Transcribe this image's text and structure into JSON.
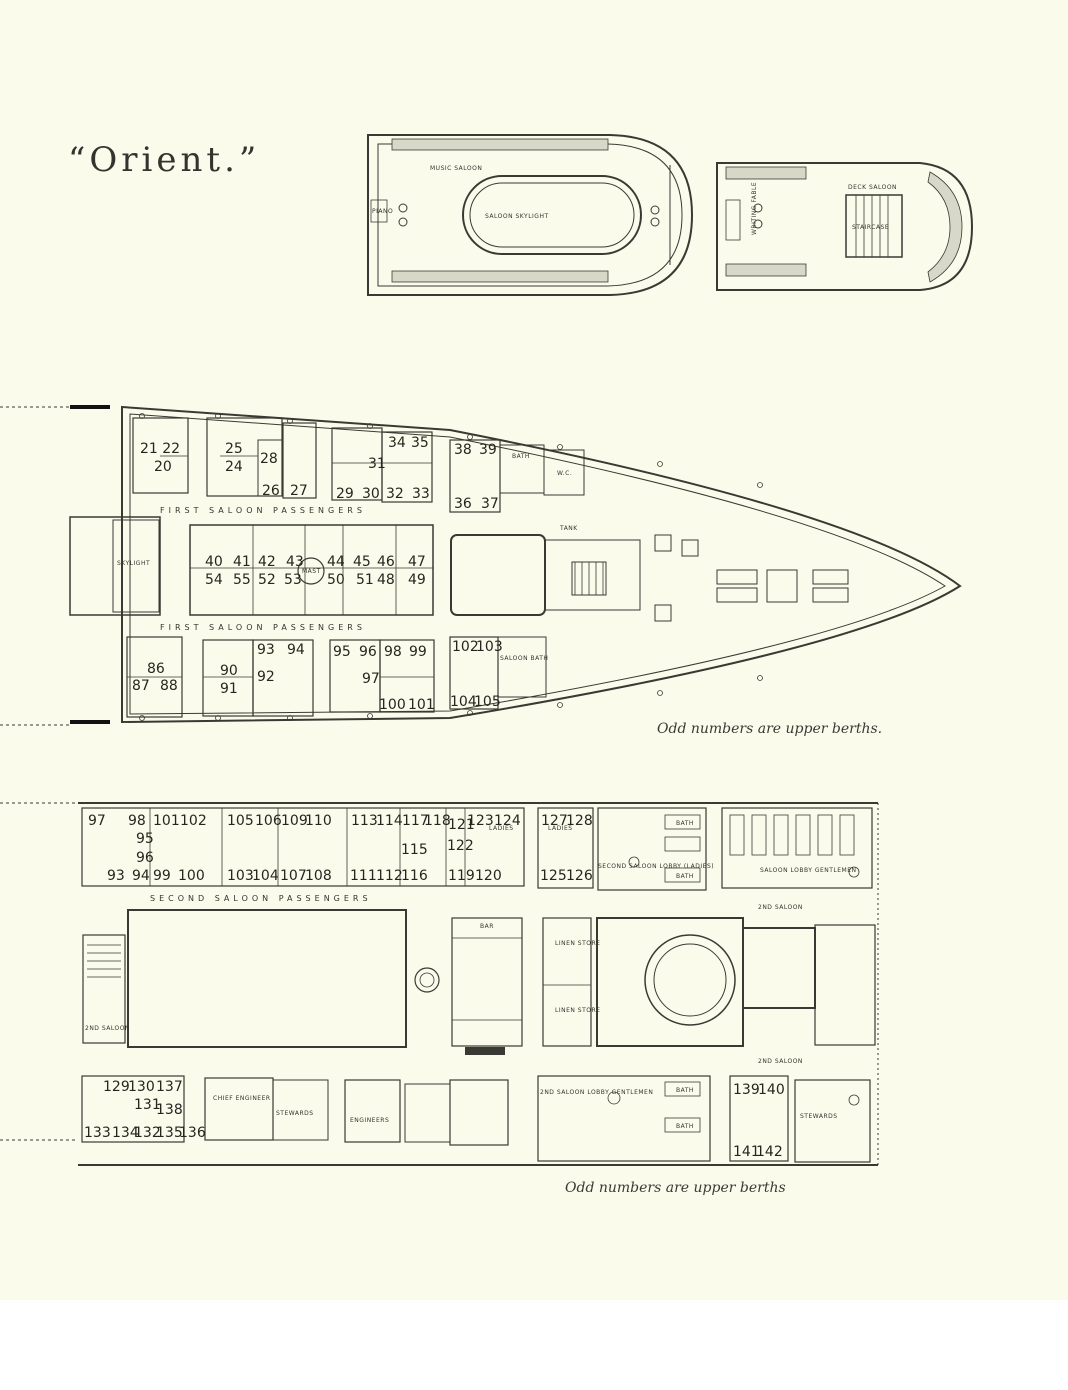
{
  "title": "“Orient.”",
  "notes": {
    "upper_deck": "Odd numbers are upper berths.",
    "lower_deck": "Odd numbers are upper berths"
  },
  "promenade": {
    "music_saloon": "MUSIC SALOON",
    "saloon_skylight": "SALOON SKYLIGHT",
    "piano": "PIANO",
    "deck_saloon": "DECK SALOON",
    "staircase": "STAIRCASE",
    "writing_fable": "WRITING FABLE"
  },
  "first_saloon": {
    "section_label": "FIRST SALOON PASSENGERS",
    "mast": "MAST",
    "bath": "BATH",
    "wc": "W.C.",
    "tank": "TANK",
    "skylight": "SKYLIGHT",
    "saloon_bath": "SALOON BATH",
    "top_cabins": [
      "21 22",
      "20",
      "25",
      "24",
      "28",
      "26",
      "27",
      "31",
      "29",
      "30",
      "32",
      "33",
      "34",
      "35",
      "38",
      "39",
      "36",
      "37"
    ],
    "center_cabins_top": [
      "40",
      "41",
      "42",
      "43",
      "44",
      "45",
      "46",
      "47"
    ],
    "center_cabins_bottom": [
      "54",
      "55",
      "52",
      "53",
      "50",
      "51",
      "48",
      "49"
    ],
    "bottom_cabins": [
      "86",
      "87",
      "88",
      "90",
      "91",
      "93",
      "94",
      "92",
      "95",
      "96",
      "98",
      "99",
      "97",
      "100",
      "101",
      "102",
      "103",
      "104",
      "105"
    ]
  },
  "second_saloon": {
    "section_label": "SECOND SALOON PASSENGERS",
    "ladies": "LADIES",
    "second_saloon_ladies": "SECOND SALOON LOBBY (LADIES)",
    "saloon_lobby_gentlemen": "SALOON LOBBY GENTLEMEN",
    "second_saloon": "2ND SALOON",
    "second_saloon_lobby_gentlemen": "2ND SALOON LOBBY GENTLEMEN",
    "linen_store": "LINEN STORE",
    "bar": "BAR",
    "chief_engineer": "CHIEF ENGINEER",
    "engineers": "ENGINEERS",
    "stewards": "STEWARDS",
    "bath": "BATH",
    "top_cabins": [
      "97",
      "98",
      "101",
      "102",
      "105",
      "106",
      "109",
      "110",
      "113",
      "114",
      "117",
      "118",
      "121",
      "123",
      "124",
      "127",
      "128",
      "95",
      "96",
      "115",
      "122",
      "93",
      "94",
      "99",
      "100",
      "103",
      "104",
      "107",
      "108",
      "111",
      "112",
      "116",
      "119",
      "120",
      "125",
      "126"
    ],
    "bottom_cabins": [
      "129",
      "130",
      "137",
      "131",
      "138",
      "133",
      "134",
      "132",
      "135",
      "136",
      "139",
      "140",
      "141",
      "142"
    ]
  }
}
